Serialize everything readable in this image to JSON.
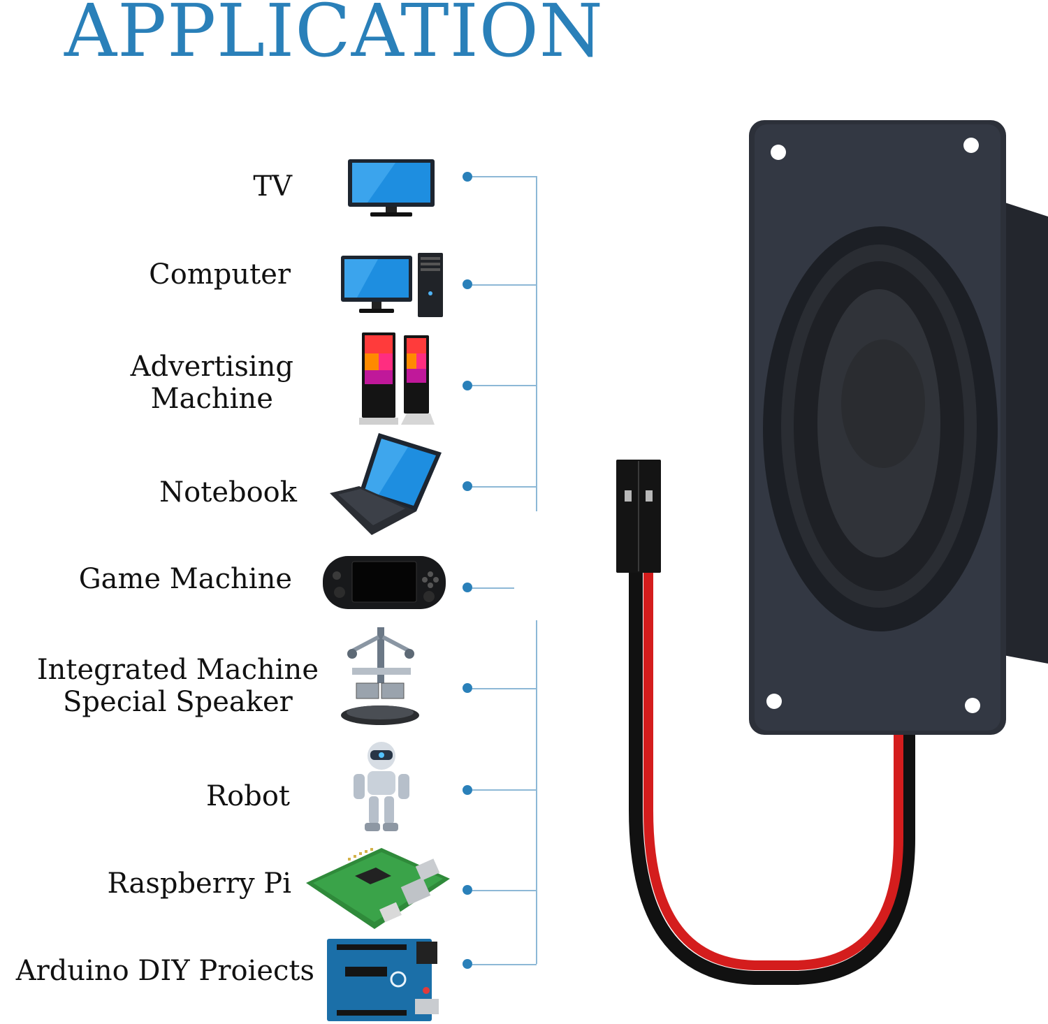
{
  "heading": "APPLICATION",
  "applications": [
    {
      "label": "TV",
      "icon": "tv-icon"
    },
    {
      "label": "Computer",
      "icon": "desktop-computer-icon"
    },
    {
      "label": "Advertising\nMachine",
      "icon": "advertising-kiosk-icon"
    },
    {
      "label": "Notebook",
      "icon": "laptop-icon"
    },
    {
      "label": "Game Machine",
      "icon": "handheld-console-icon"
    },
    {
      "label": "Integrated Machine\nSpecial Speaker",
      "icon": "integrated-machine-icon"
    },
    {
      "label": "Robot",
      "icon": "robot-icon"
    },
    {
      "label": "Raspberry Pi",
      "icon": "raspberry-pi-board-icon"
    },
    {
      "label": "Arduino DIY Proiects",
      "icon": "arduino-board-icon"
    }
  ],
  "colors": {
    "accent": "#2a80b9",
    "connector_line": "#8db8d6",
    "speaker_body": "#2b2f38",
    "wire_red": "#d41d1d",
    "wire_black": "#111111"
  }
}
